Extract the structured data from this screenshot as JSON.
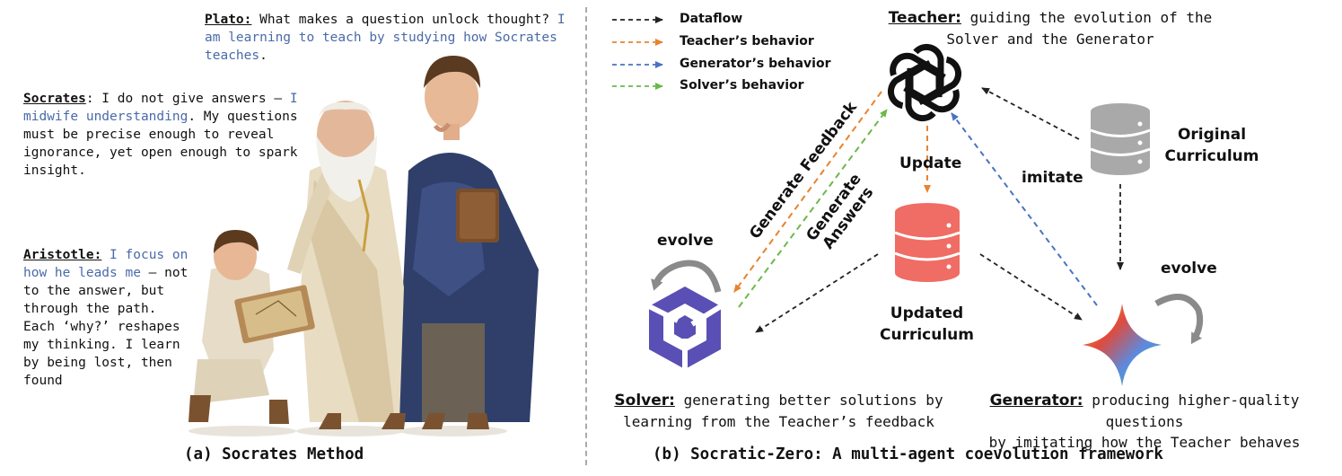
{
  "left": {
    "plato": {
      "speaker": "Plato:",
      "text1": " What makes a question unlock thought? ",
      "blue": "I am learning to teach by studying how Socrates teaches",
      "text2": "."
    },
    "socrates": {
      "speaker": "Socrates",
      "text1": ": I do not give answers — ",
      "blue": "I midwife understanding",
      "text2": ". My questions must be precise enough to reveal ignorance, yet open enough to spark insight."
    },
    "aristotle": {
      "speaker": "Aristotle:",
      "blue": " I focus on how he leads me",
      "text2": " — not to the answer, but through the path. Each ‘why?’ reshapes my thinking. I learn by being lost, then found"
    },
    "caption": "(a) Socrates Method"
  },
  "legend": [
    {
      "label": "Dataflow",
      "color": "#222222"
    },
    {
      "label": "Teacher’s behavior",
      "color": "#e8822e"
    },
    {
      "label": "Generator’s behavior",
      "color": "#4a72c4"
    },
    {
      "label": "Solver’s behavior",
      "color": "#6cb84a"
    }
  ],
  "diagram": {
    "teacher": {
      "name": "Teacher:",
      "desc1": " guiding the evolution of the",
      "desc2": "Solver and the Generator"
    },
    "solver": {
      "name": "Solver:",
      "desc1": " generating better solutions by",
      "desc2": "learning from the Teacher’s feedback"
    },
    "generator": {
      "name": "Generator:",
      "desc1": " producing higher-quality questions",
      "desc2": "by imitating how the Teacher behaves"
    },
    "original_curriculum": "Original Curriculum",
    "updated_curriculum": "Updated Curriculum",
    "update": "Update",
    "imitate": "imitate",
    "evolve_left": "evolve",
    "evolve_right": "evolve",
    "generate_feedback": "Generate Feedback",
    "generate_answers": "Generate Answers",
    "caption": "(b) Socratic-Zero: A multi-agent coevolution framework"
  },
  "colors": {
    "dataflow": "#222222",
    "teacher": "#e8822e",
    "generator": "#4a72c4",
    "solver": "#6cb84a",
    "db_gray": "#a9a9a9",
    "db_red": "#ef6d64"
  }
}
